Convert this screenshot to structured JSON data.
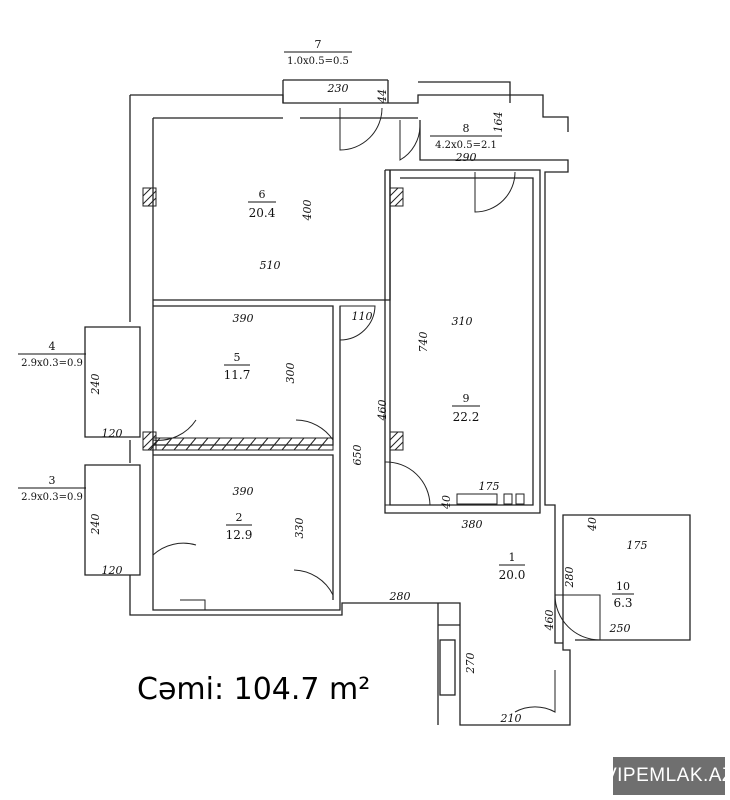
{
  "rooms": [
    {
      "id": "r1",
      "number": "1",
      "area": "20.0"
    },
    {
      "id": "r2",
      "number": "2",
      "area": "12.9"
    },
    {
      "id": "r5",
      "number": "5",
      "area": "11.7"
    },
    {
      "id": "r6",
      "number": "6",
      "area": "20.4"
    },
    {
      "id": "r9",
      "number": "9",
      "area": "22.2"
    },
    {
      "id": "r10",
      "number": "10",
      "area": "6.3"
    }
  ],
  "balconies": [
    {
      "id": "b3",
      "number": "3",
      "formula": "2.9x0.3=0.9"
    },
    {
      "id": "b4",
      "number": "4",
      "formula": "2.9x0.3=0.9"
    },
    {
      "id": "b7",
      "number": "7",
      "formula": "1.0x0.5=0.5"
    },
    {
      "id": "b8",
      "number": "8",
      "formula": "4.2x0.5=2.1"
    }
  ],
  "dimensions": {
    "d230": "230",
    "d44": "44",
    "d164": "164",
    "d290": "290",
    "d400": "400",
    "d510": "510",
    "d390a": "390",
    "d110": "110",
    "d310": "310",
    "d740": "740",
    "d300": "300",
    "d460a": "460",
    "d650": "650",
    "d240a": "240",
    "d120a": "120",
    "d390b": "390",
    "d330": "330",
    "d240b": "240",
    "d120b": "120",
    "d40a": "40",
    "d175a": "175",
    "d380": "380",
    "d40b": "40",
    "d175b": "175",
    "d280a": "280",
    "d280b": "280",
    "d460b": "460",
    "d250": "250",
    "d270": "270",
    "d210": "210"
  },
  "total_label": "Cəmi: 104.7 m²",
  "watermark": "VIPEMLAK.AZ"
}
